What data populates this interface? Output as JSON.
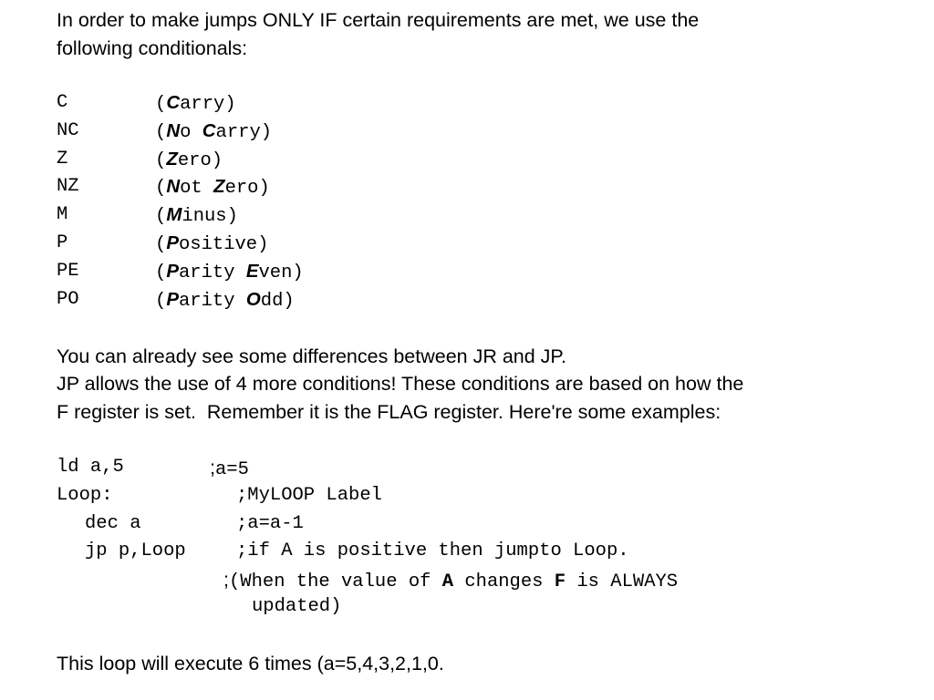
{
  "intro": {
    "line1": "In order to make jumps ONLY IF certain requirements are met, we use the",
    "line2": "following conditionals:"
  },
  "conditions": [
    {
      "code": "C",
      "parts": [
        {
          "hl": "C",
          "rest": "arry"
        }
      ],
      "close": ")"
    },
    {
      "code": "NC",
      "parts": [
        {
          "hl": "N",
          "rest": "o "
        },
        {
          "hl": "C",
          "rest": "arry"
        }
      ],
      "close": ")"
    },
    {
      "code": "Z",
      "parts": [
        {
          "hl": "Z",
          "rest": "ero"
        }
      ],
      "close": ")"
    },
    {
      "code": "NZ",
      "parts": [
        {
          "hl": "N",
          "rest": "ot "
        },
        {
          "hl": "Z",
          "rest": "ero"
        }
      ],
      "close": ")"
    },
    {
      "code": "M",
      "parts": [
        {
          "hl": "M",
          "rest": "inus"
        }
      ],
      "close": ")"
    },
    {
      "code": "P",
      "parts": [
        {
          "hl": "P",
          "rest": "ositive"
        }
      ],
      "close": ")"
    },
    {
      "code": "PE",
      "parts": [
        {
          "hl": "P",
          "rest": "arity "
        },
        {
          "hl": "E",
          "rest": "ven"
        }
      ],
      "close": ")"
    },
    {
      "code": "PO",
      "parts": [
        {
          "hl": "P",
          "rest": "arity "
        },
        {
          "hl": "O",
          "rest": "dd"
        }
      ],
      "close": ")"
    }
  ],
  "explanation": {
    "line1": "You can already see some differences between JR and JP.",
    "line2": "JP allows the use of 4 more conditions! These conditions are based on how the",
    "line3": "F register is set.  Remember it is the FLAG register. Here're some examples:"
  },
  "code": {
    "l1_instr": "ld a,5",
    "l1_semi": ";",
    "l1_comment": "a=5",
    "l2_label": "Loop:",
    "l2_comment": ";MyLOOP Label",
    "l3_instr": "dec a",
    "l3_comment": ";a=a-1",
    "l4_instr": "jp p,Loop",
    "l4_comment": ";if A is positive then jumpto Loop.",
    "l5_semi": ";",
    "l5_a": "(When the value of ",
    "l5_b": "A",
    "l5_c": " changes ",
    "l5_d": "F",
    "l5_e": " is ALWAYS",
    "l6": "updated)"
  },
  "conclusion": "This loop will execute 6 times (a=5,4,3,2,1,0."
}
